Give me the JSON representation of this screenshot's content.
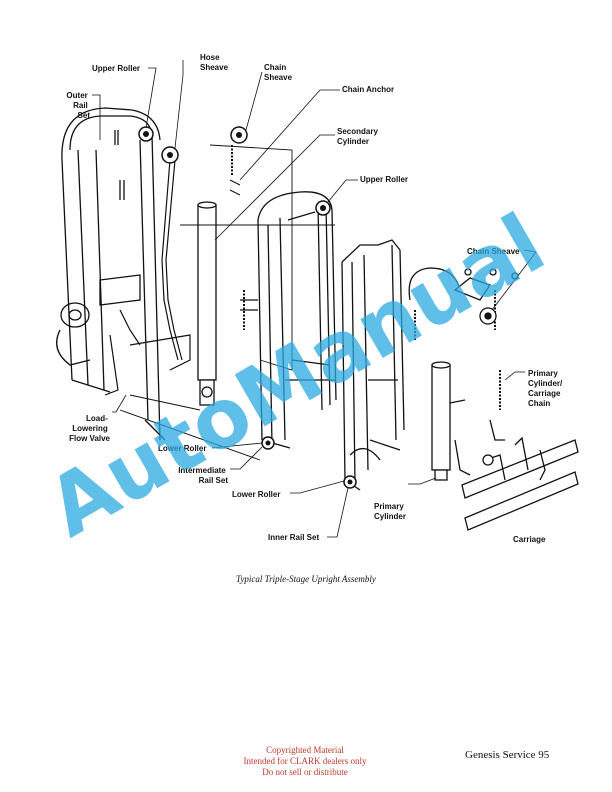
{
  "labels": {
    "upper_roller_1": "Upper Roller",
    "hose_sheave": [
      "Hose",
      "Sheave"
    ],
    "chain_sheave_1": [
      "Chain",
      "Sheave"
    ],
    "chain_anchor": "Chain Anchor",
    "outer_rail_set": [
      "Outer",
      "Rail",
      "Set"
    ],
    "secondary_cylinder": [
      "Secondary",
      "Cylinder"
    ],
    "upper_roller_2": "Upper Roller",
    "chain_sheave_2": "Chain Sheave",
    "primary_cylinder_chain": [
      "Primary",
      "Cylinder/",
      "Carriage",
      "Chain"
    ],
    "load_lowering_valve": [
      "Load-",
      "Lowering",
      "Flow Valve"
    ],
    "lower_roller_1": "Lower Roller",
    "intermediate_rail_set": [
      "Intermediate",
      "Rail Set"
    ],
    "lower_roller_2": "Lower Roller",
    "primary_cylinder": [
      "Primary",
      "Cylinder"
    ],
    "inner_rail_set": "Inner Rail Set",
    "carriage": "Carriage"
  },
  "caption": "Typical Triple-Stage Upright Assembly",
  "watermark": {
    "text": "AutoManual",
    "color": "#29a9e0"
  },
  "footer": {
    "copyright": [
      "Copyrighted Material",
      "Intended for CLARK dealers only",
      "Do not sell or distribute"
    ],
    "copyright_color": "#c0392b",
    "page": "Genesis Service 95"
  }
}
